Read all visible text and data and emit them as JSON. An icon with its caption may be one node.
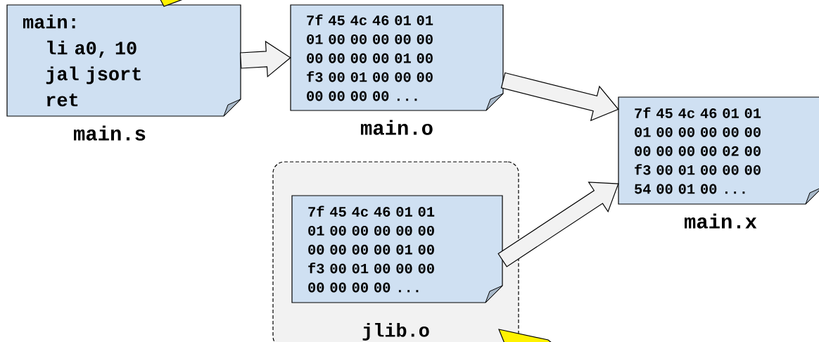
{
  "diagram": {
    "nodes": [
      {
        "text": [
          "main:",
          "li a0, 10",
          "jal jsort",
          "ret"
        ],
        "beside": [
          "main.s"
        ]
      },
      {
        "text": [
          "7f 45 4c 46 01 01",
          "01 00 00 00 00 00",
          "00 00 00 00 01 00",
          "f3 00 01 00 00 00",
          "00 00 00 00 ..."
        ],
        "beside": [
          "main.o"
        ]
      },
      {
        "text": [
          "jlib.o"
        ]
      },
      {
        "text": [
          "7f 45 4c 46 01 01",
          "01 00 00 00 00 00",
          "00 00 00 00 01 00",
          "f3 00 01 00 00 00",
          "00 00 00 00 ..."
        ],
        "in": 2
      },
      {
        "text": [
          "7f 45 4c 46 01 01",
          "01 00 00 00 00 00",
          "00 00 00 00 02 00",
          "f3 00 01 00 00 00",
          "54 00 01 00 ..."
        ],
        "beside": [
          "main.x"
        ]
      }
    ],
    "edges": [
      {
        "from": 0,
        "to": 1,
        "arrow": "to"
      },
      {
        "from": 1,
        "to": 4,
        "arrow": "to"
      },
      {
        "from": 3,
        "to": 4,
        "arrow": "to"
      }
    ]
  }
}
